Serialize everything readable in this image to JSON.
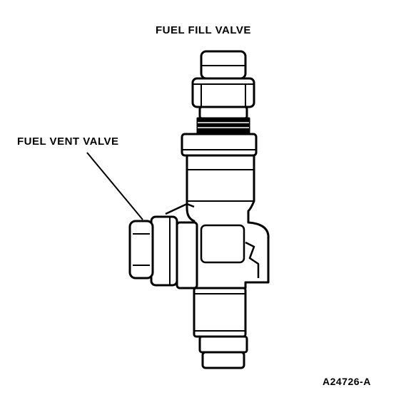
{
  "labels": {
    "fuel_fill_valve": "FUEL FILL VALVE",
    "fuel_vent_valve": "FUEL VENT VALVE",
    "figure_code": "A24726-A"
  },
  "colors": {
    "line": "#000000",
    "background": "#ffffff"
  }
}
